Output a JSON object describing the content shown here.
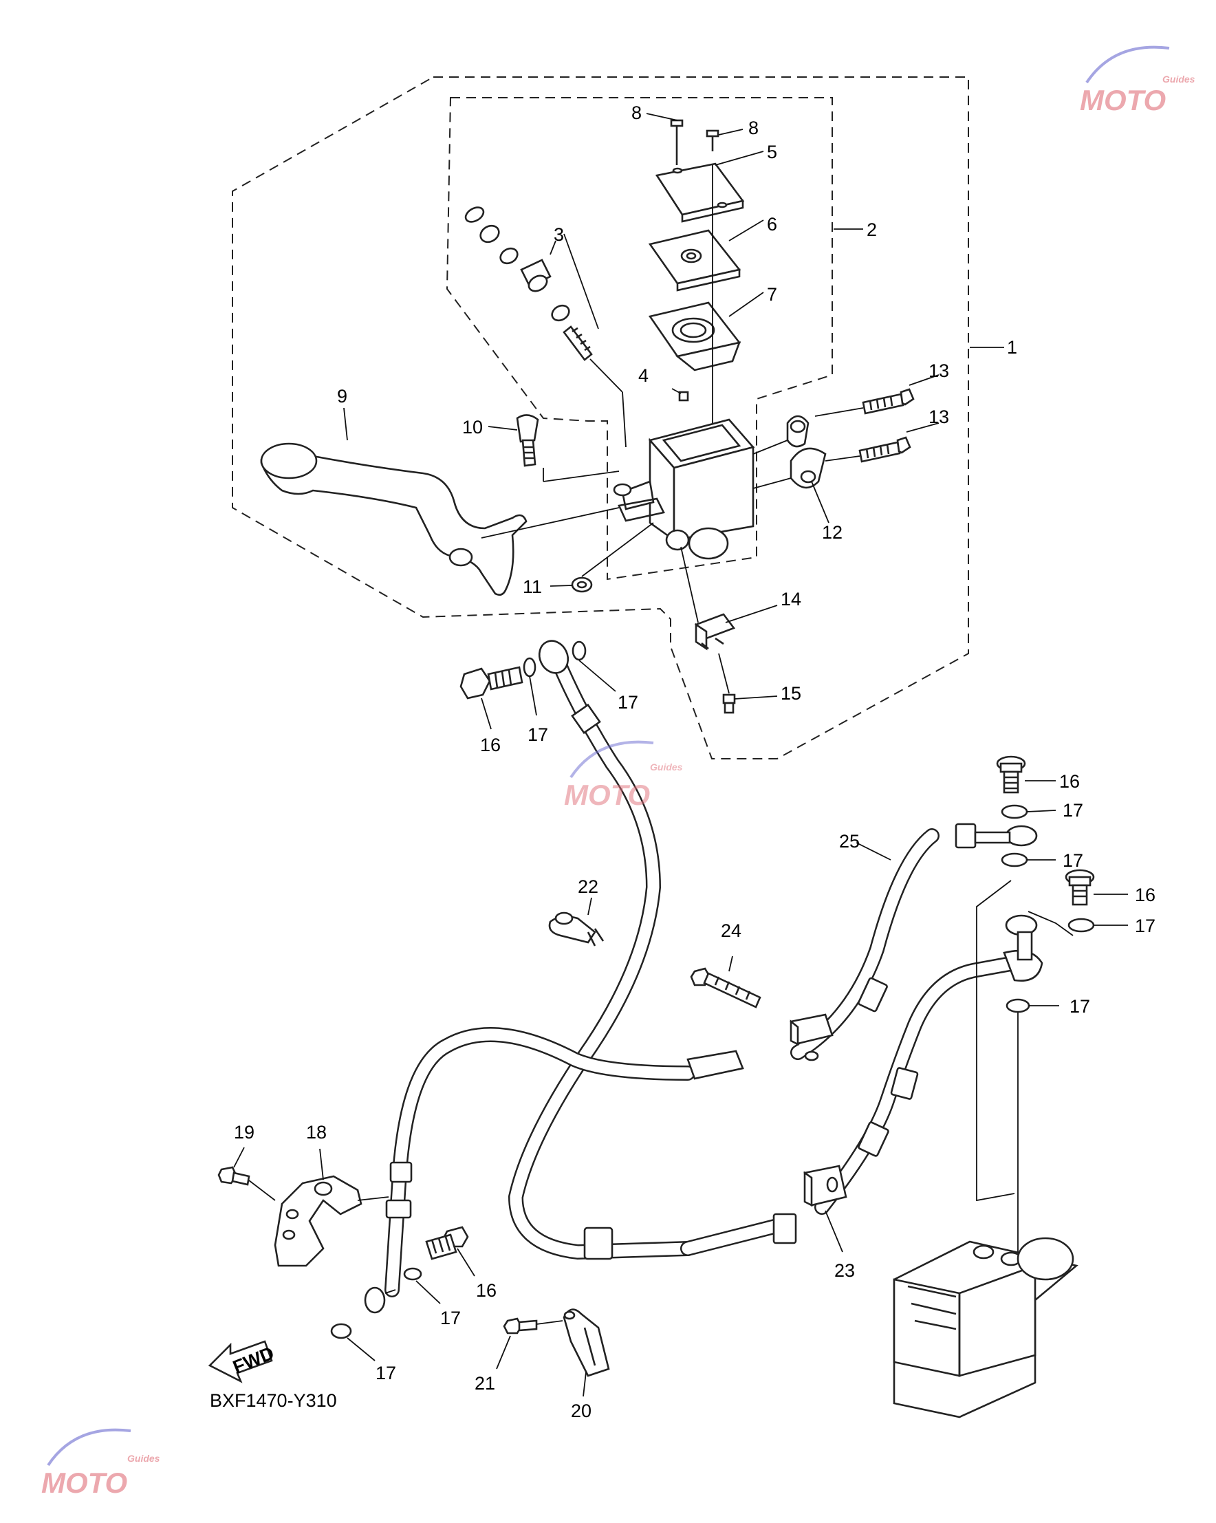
{
  "diagram_code": "BXF1470-Y310",
  "fwd_label": "FWD",
  "watermark": {
    "brand": "MOTO",
    "sub": "Guides",
    "color": "#e0707a",
    "accent": "#6a6ad0"
  },
  "callouts": [
    "1",
    "2",
    "3",
    "4",
    "5",
    "6",
    "7",
    "8",
    "8",
    "9",
    "10",
    "11",
    "12",
    "13",
    "13",
    "14",
    "15",
    "16",
    "17",
    "17",
    "17",
    "16",
    "17",
    "17",
    "16",
    "17",
    "17",
    "18",
    "19",
    "20",
    "21",
    "22",
    "23",
    "24",
    "25",
    "16",
    "17",
    "17"
  ]
}
